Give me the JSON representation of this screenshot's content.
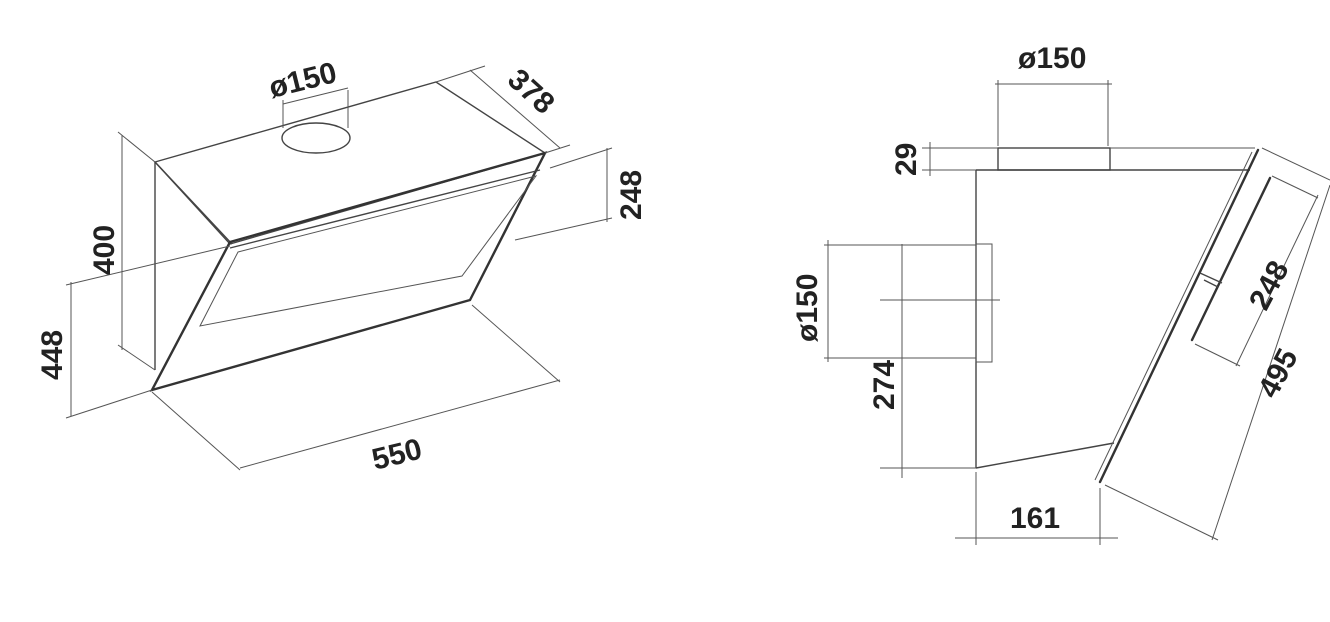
{
  "perspective_view": {
    "duct_diameter": "ø150",
    "depth": "378",
    "panel_height": "248",
    "body_height": "400",
    "total_height": "448",
    "width": "550"
  },
  "side_view": {
    "duct_diameter_top": "ø150",
    "collar_height": "29",
    "duct_diameter_back": "ø150",
    "back_outlet_height": "274",
    "bottom_depth": "161",
    "panel_height": "248",
    "glass_length": "495"
  },
  "colors": {
    "line": "#444444",
    "text": "#222222",
    "background": "#ffffff"
  }
}
